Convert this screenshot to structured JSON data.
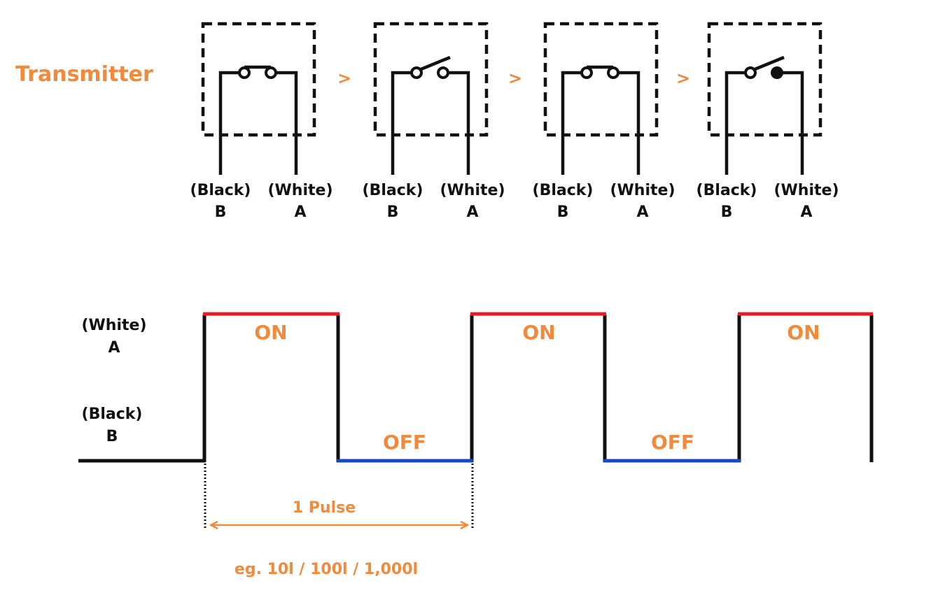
{
  "title": "Transmitter",
  "stage_arrow": ">",
  "switch_states": [
    {
      "state": "closed",
      "black_label": "(Black)",
      "black_letter": "B",
      "white_label": "(White)",
      "white_letter": "A"
    },
    {
      "state": "open",
      "black_label": "(Black)",
      "black_letter": "B",
      "white_label": "(White)",
      "white_letter": "A"
    },
    {
      "state": "closed",
      "black_label": "(Black)",
      "black_letter": "B",
      "white_label": "(White)",
      "white_letter": "A"
    },
    {
      "state": "open",
      "black_label": "(Black)",
      "black_letter": "B",
      "white_label": "(White)",
      "white_letter": "A"
    }
  ],
  "waveform": {
    "level_high_label": "(White)",
    "level_high_letter": "A",
    "level_low_label": "(Black)",
    "level_low_letter": "B",
    "on_label": "ON",
    "off_label": "OFF",
    "pulse_label": "1 Pulse",
    "example_label": "eg. 10l / 100l / 1,000l"
  },
  "colors": {
    "accent_orange": "#f08a3c",
    "on_red": "#e31e24",
    "off_blue": "#1848c0",
    "line_black": "#111111"
  }
}
